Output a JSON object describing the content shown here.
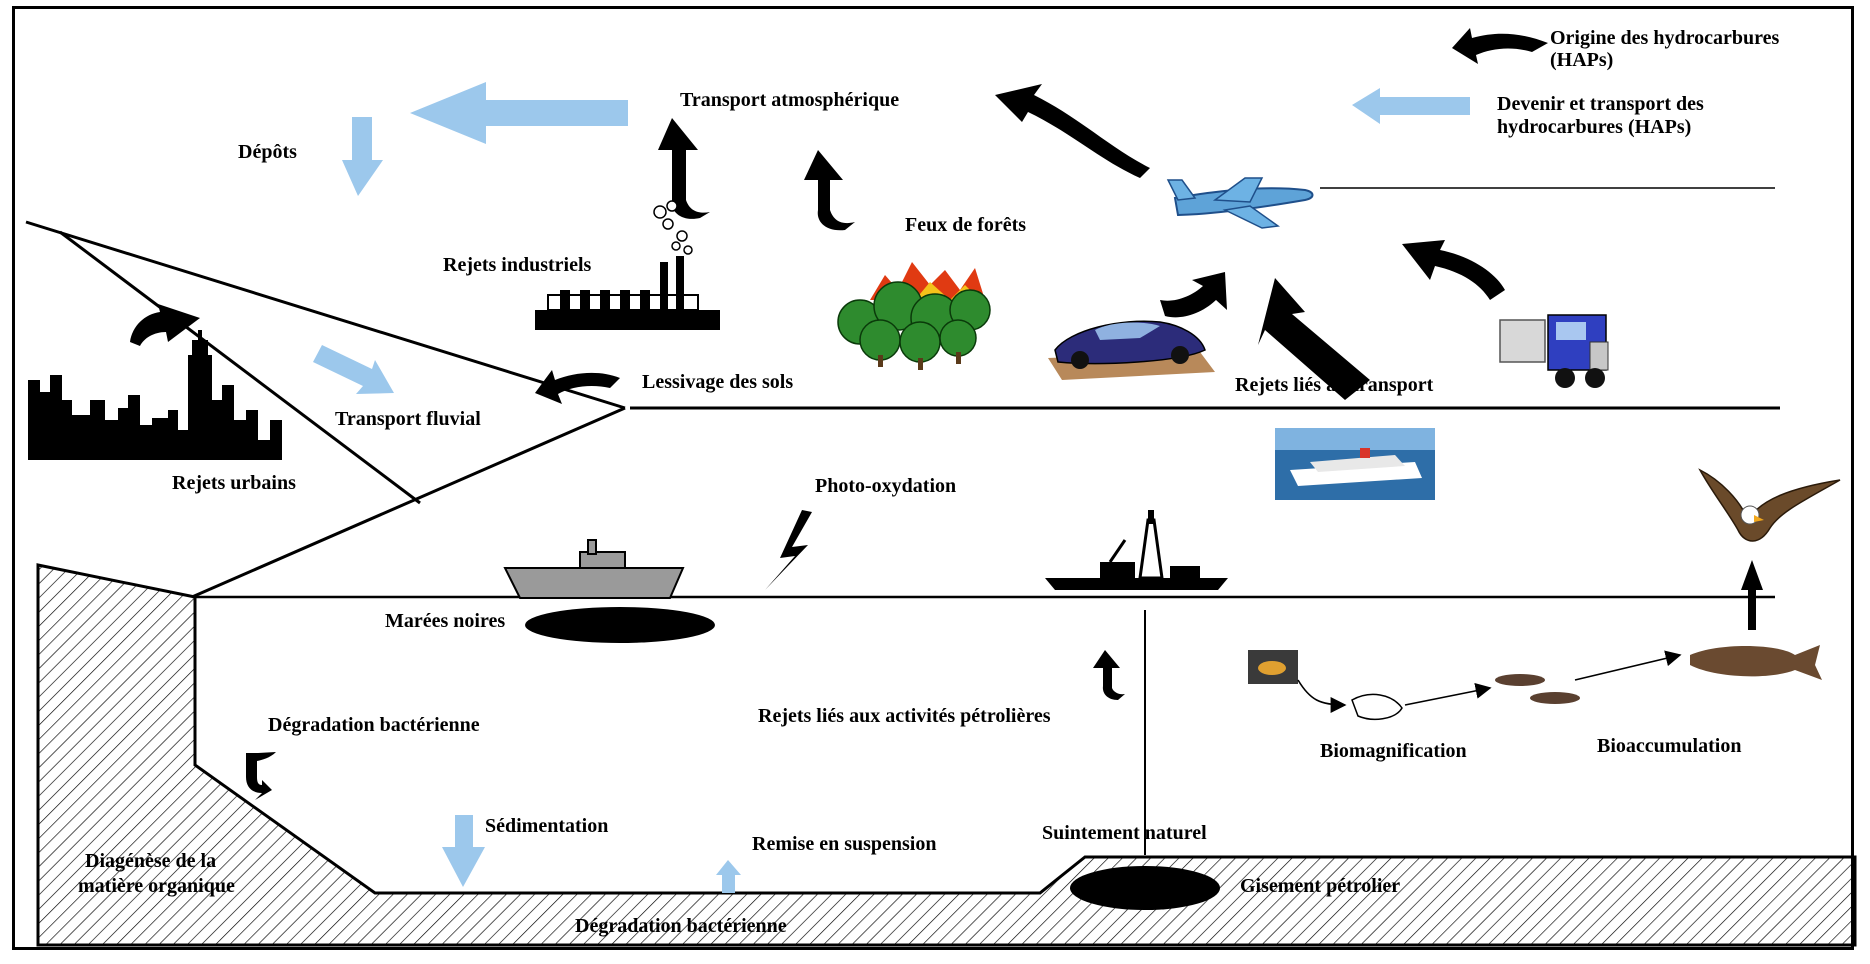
{
  "legend": {
    "origin": "Origine des hydrocarbures (HAPs)",
    "origin_line1": "Origine des hydrocarbures",
    "origin_line2": "(HAPs)",
    "fate_line1": "Devenir et transport des",
    "fate_line2": "hydrocarbures (HAPs)"
  },
  "labels": {
    "transport_atmospherique": "Transport atmosphérique",
    "depots": "Dépôts",
    "feux_de_forets": "Feux de forêts",
    "rejets_industriels": "Rejets industriels",
    "lessivage_des_sols": "Lessivage des sols",
    "rejets_transport": "Rejets liés au transport",
    "transport_fluvial": "Transport fluvial",
    "rejets_urbains": "Rejets urbains",
    "photo_oxydation": "Photo-oxydation",
    "marees_noires": "Marées noires",
    "degradation_bacterienne_top": "Dégradation bactérienne",
    "rejets_petrolieres": "Rejets liés aux activités pétrolières",
    "biomagnification": "Biomagnification",
    "bioaccumulation": "Bioaccumulation",
    "sedimentation": "Sédimentation",
    "remise_en_suspension": "Remise en suspension",
    "suintement_naturel": "Suintement naturel",
    "diagenese_line1": "Diagénèse de la",
    "diagenese_line2": "matière organique",
    "gisement_petrolier": "Gisement pétrolier",
    "degradation_bacterienne_bottom": "Dégradation bactérienne"
  },
  "colors": {
    "black_arrow": "#000000",
    "blue_arrow": "#9cc8ec",
    "ground": "#ffffff",
    "hatch": "#000000"
  }
}
